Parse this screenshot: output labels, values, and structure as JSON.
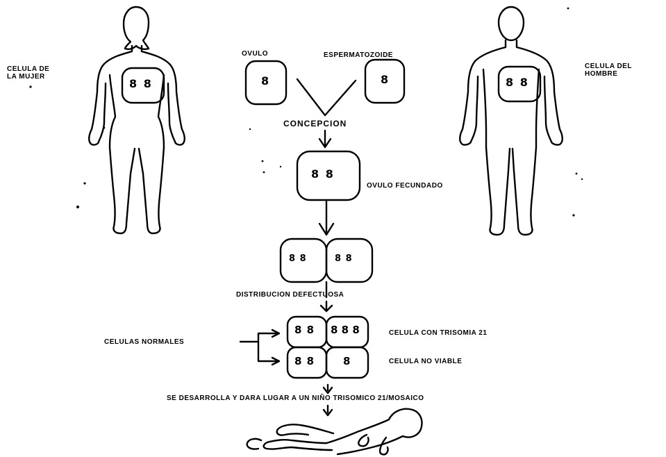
{
  "labels": {
    "woman_cell_line1": "CELULA DE",
    "woman_cell_line2": "LA MUJER",
    "man_cell_line1": "CELULA DEL",
    "man_cell_line2": "HOMBRE",
    "ovum": "OVULO",
    "sperm": "ESPERMATOZOIDE",
    "conception": "CONCEPCION",
    "fertilized_ovum": "OVULO FECUNDADO",
    "defective_distribution": "DISTRIBUCION DEFECTUOSA",
    "normal_cells": "CELULAS NORMALES",
    "trisomy_cell": "CELULA CON TRISOMIA 21",
    "nonviable_cell": "CELULA NO VIABLE",
    "outcome": "SE DESARROLLA Y DARA LUGAR A UN NIÑO TRISOMICO 21/MOSAICO"
  },
  "chromosomes": {
    "woman": "8 8",
    "man": "8 8",
    "ovum": "8",
    "sperm": "8",
    "zygote": "8 8",
    "two_cell_left": "8 8",
    "two_cell_right": "8 8",
    "normal_top": "8 8",
    "trisomy": "8 8 8",
    "normal_bottom": "8 8",
    "nonviable": "8"
  }
}
